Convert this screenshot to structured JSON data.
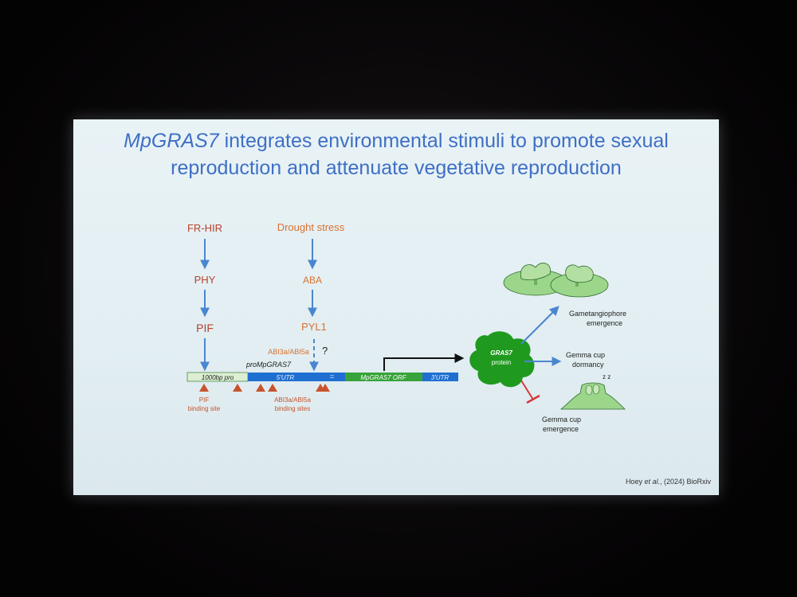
{
  "title": {
    "gene": "MpGRAS7",
    "line1_rest": " integrates environmental stimuli to promote sexual",
    "line2": "reproduction and attenuate vegetative reproduction"
  },
  "signals": {
    "fr_hir": "FR-HIR",
    "phy": "PHY",
    "pif": "PIF",
    "drought": "Drought stress",
    "aba": "ABA",
    "pyl1": "PYL1",
    "abi3a_abi5a": "ABI3a/ABI5a",
    "question": "?"
  },
  "gene_structure": {
    "promoter_name": "proMpGRAS7",
    "pro_label": "1000bp pro",
    "utr5_label": "5'UTR",
    "orf_label": "MpGRAS7 ORF",
    "utr3_label": "3'UTR",
    "pif_site_line1": "PIF",
    "pif_site_line2": "binding site",
    "abi_sites_line1": "ABI3a/ABI5a",
    "abi_sites_line2": "binding sites"
  },
  "protein": {
    "line1": "GRAS7",
    "line2": "protein"
  },
  "outcomes": {
    "game_line1": "Gametangiophore",
    "game_line2": "emergence",
    "dormancy_line1": "Gemma cup",
    "dormancy_line2": "dormancy",
    "gemma_line1": "Gemma cup",
    "gemma_line2": "emergence",
    "zzz": "z z"
  },
  "citation": {
    "authors": "Hoey ",
    "etal": "et al.",
    "rest": ", (2024) BioRxiv"
  },
  "colors": {
    "screen_bg": "#e6f1f4",
    "title": "#3f6fc4",
    "arrow": "#4a86cf",
    "fr_text": "#b8402a",
    "aba_text": "#d9722e",
    "site": "#c8532c",
    "pro_box": "#dcefd2",
    "utr_box": "#1f6fd1",
    "orf_box": "#37a33a",
    "protein": "#1f9a1f",
    "inhibit": "#d23a3a",
    "plant": "#8fcf7a"
  }
}
